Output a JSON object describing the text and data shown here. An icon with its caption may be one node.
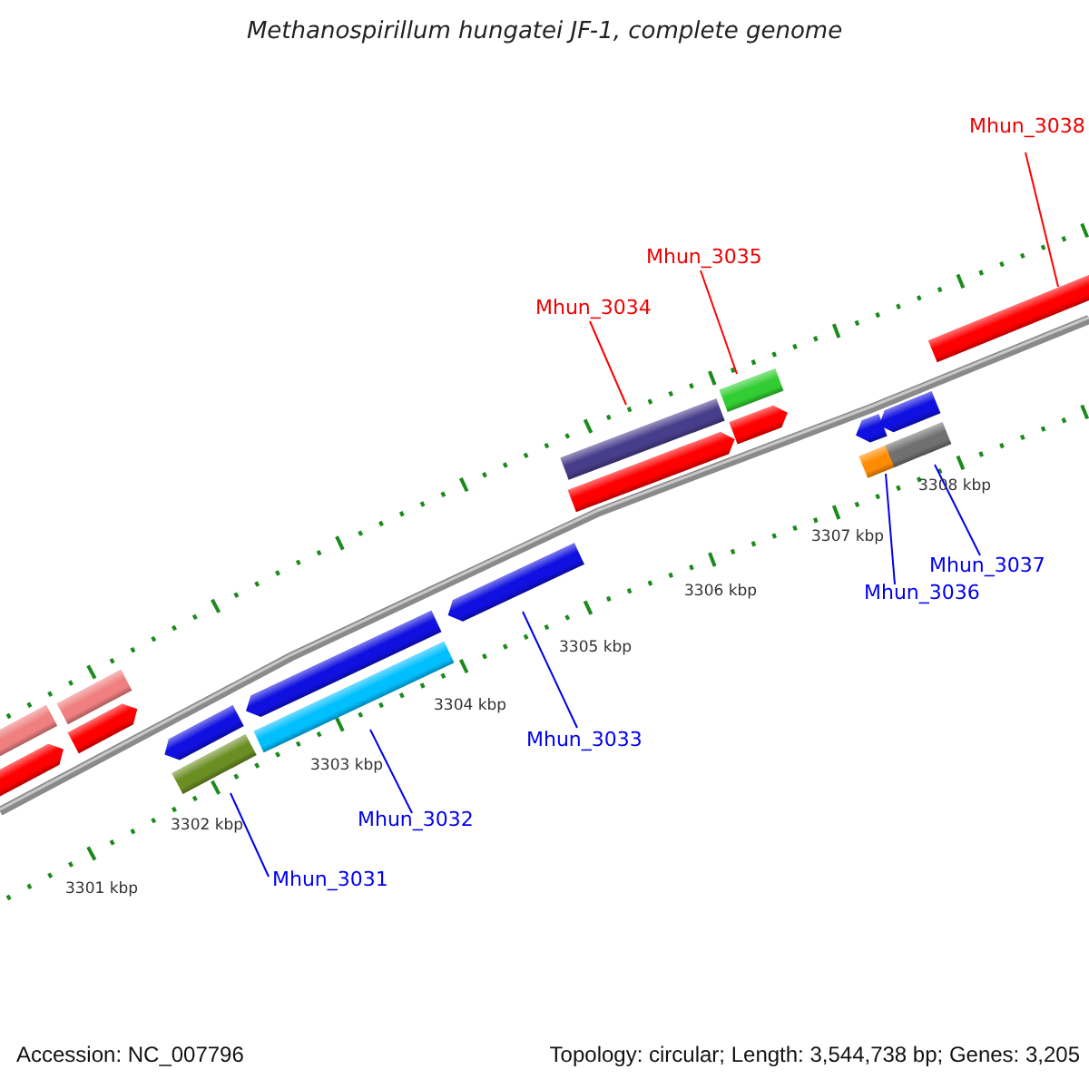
{
  "diagram": {
    "title": "Methanospirillum hungatei JF-1, complete genome",
    "nodes": [
      {
        "text": [
          "Mhun_3031"
        ]
      },
      {
        "text": [
          "Mhun_3032"
        ]
      },
      {
        "text": [
          "Mhun_3033"
        ]
      },
      {
        "text": [
          "Mhun_3034"
        ]
      },
      {
        "text": [
          "Mhun_3035"
        ]
      },
      {
        "text": [
          "Mhun_3036"
        ]
      },
      {
        "text": [
          "Mhun_3037"
        ]
      },
      {
        "text": [
          "Mhun_3038"
        ]
      },
      {
        "text": [],
        "shape": "bar"
      },
      {
        "text": [],
        "shape": "bar"
      },
      {
        "text": [],
        "shape": "bar"
      },
      {
        "text": [],
        "shape": "bar"
      },
      {
        "text": [],
        "shape": "bar"
      },
      {
        "text": [],
        "shape": "bar"
      },
      {
        "text": [],
        "shape": "bar"
      },
      {
        "text": [],
        "shape": "bar"
      }
    ],
    "edges": [
      {
        "from": 0,
        "to": 8,
        "arrow": "none"
      },
      {
        "from": 1,
        "to": 9,
        "arrow": "none"
      },
      {
        "from": 2,
        "to": 10,
        "arrow": "none"
      },
      {
        "from": 3,
        "to": 11,
        "arrow": "none",
        "color": "#ff0000"
      },
      {
        "from": 4,
        "to": 12,
        "arrow": "none",
        "color": "#ff0000"
      },
      {
        "from": 5,
        "to": 13,
        "arrow": "none"
      },
      {
        "from": 6,
        "to": 14,
        "arrow": "none"
      },
      {
        "from": 7,
        "to": 15,
        "arrow": "none",
        "color": "#ff0000"
      }
    ],
    "labels": [
      "3308 kbp",
      "3307 kbp",
      "3306 kbp",
      "3305 kbp",
      "3304 kbp",
      "3303 kbp",
      "3302 kbp",
      "3301 kbp",
      "Accession: NC_007796",
      "Topology: circular; Length: 3,544,738 bp; Genes: 3,205"
    ]
  }
}
